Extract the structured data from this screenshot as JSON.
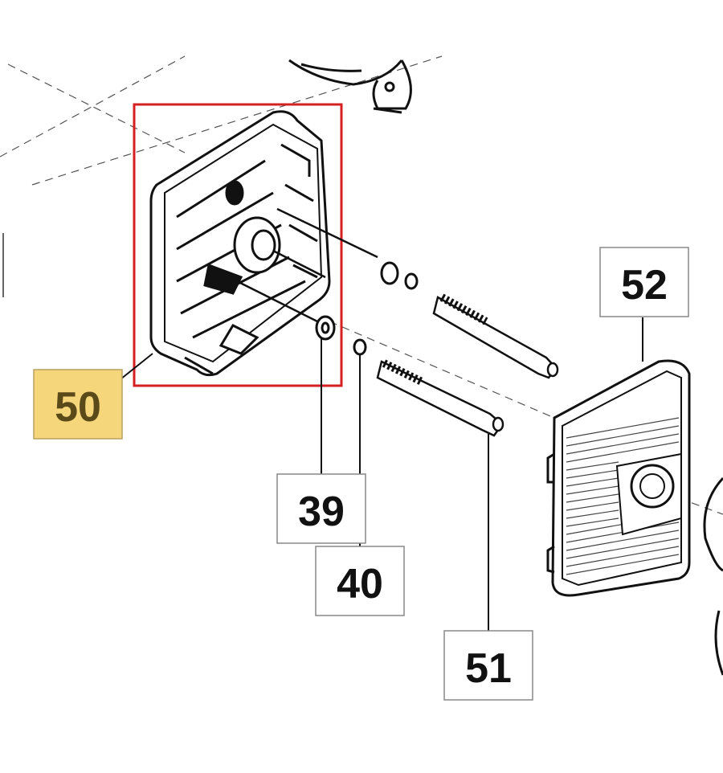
{
  "callouts": {
    "part_50": "50",
    "part_52": "52",
    "part_39": "39",
    "part_40": "40",
    "part_51": "51"
  },
  "colors": {
    "highlight_frame": "#d42020",
    "highlight_label_fill": "#f5d67a",
    "highlight_label_border": "#b8a060",
    "label_border": "#888888",
    "line_art": "#111111"
  },
  "highlighted_part": "50"
}
